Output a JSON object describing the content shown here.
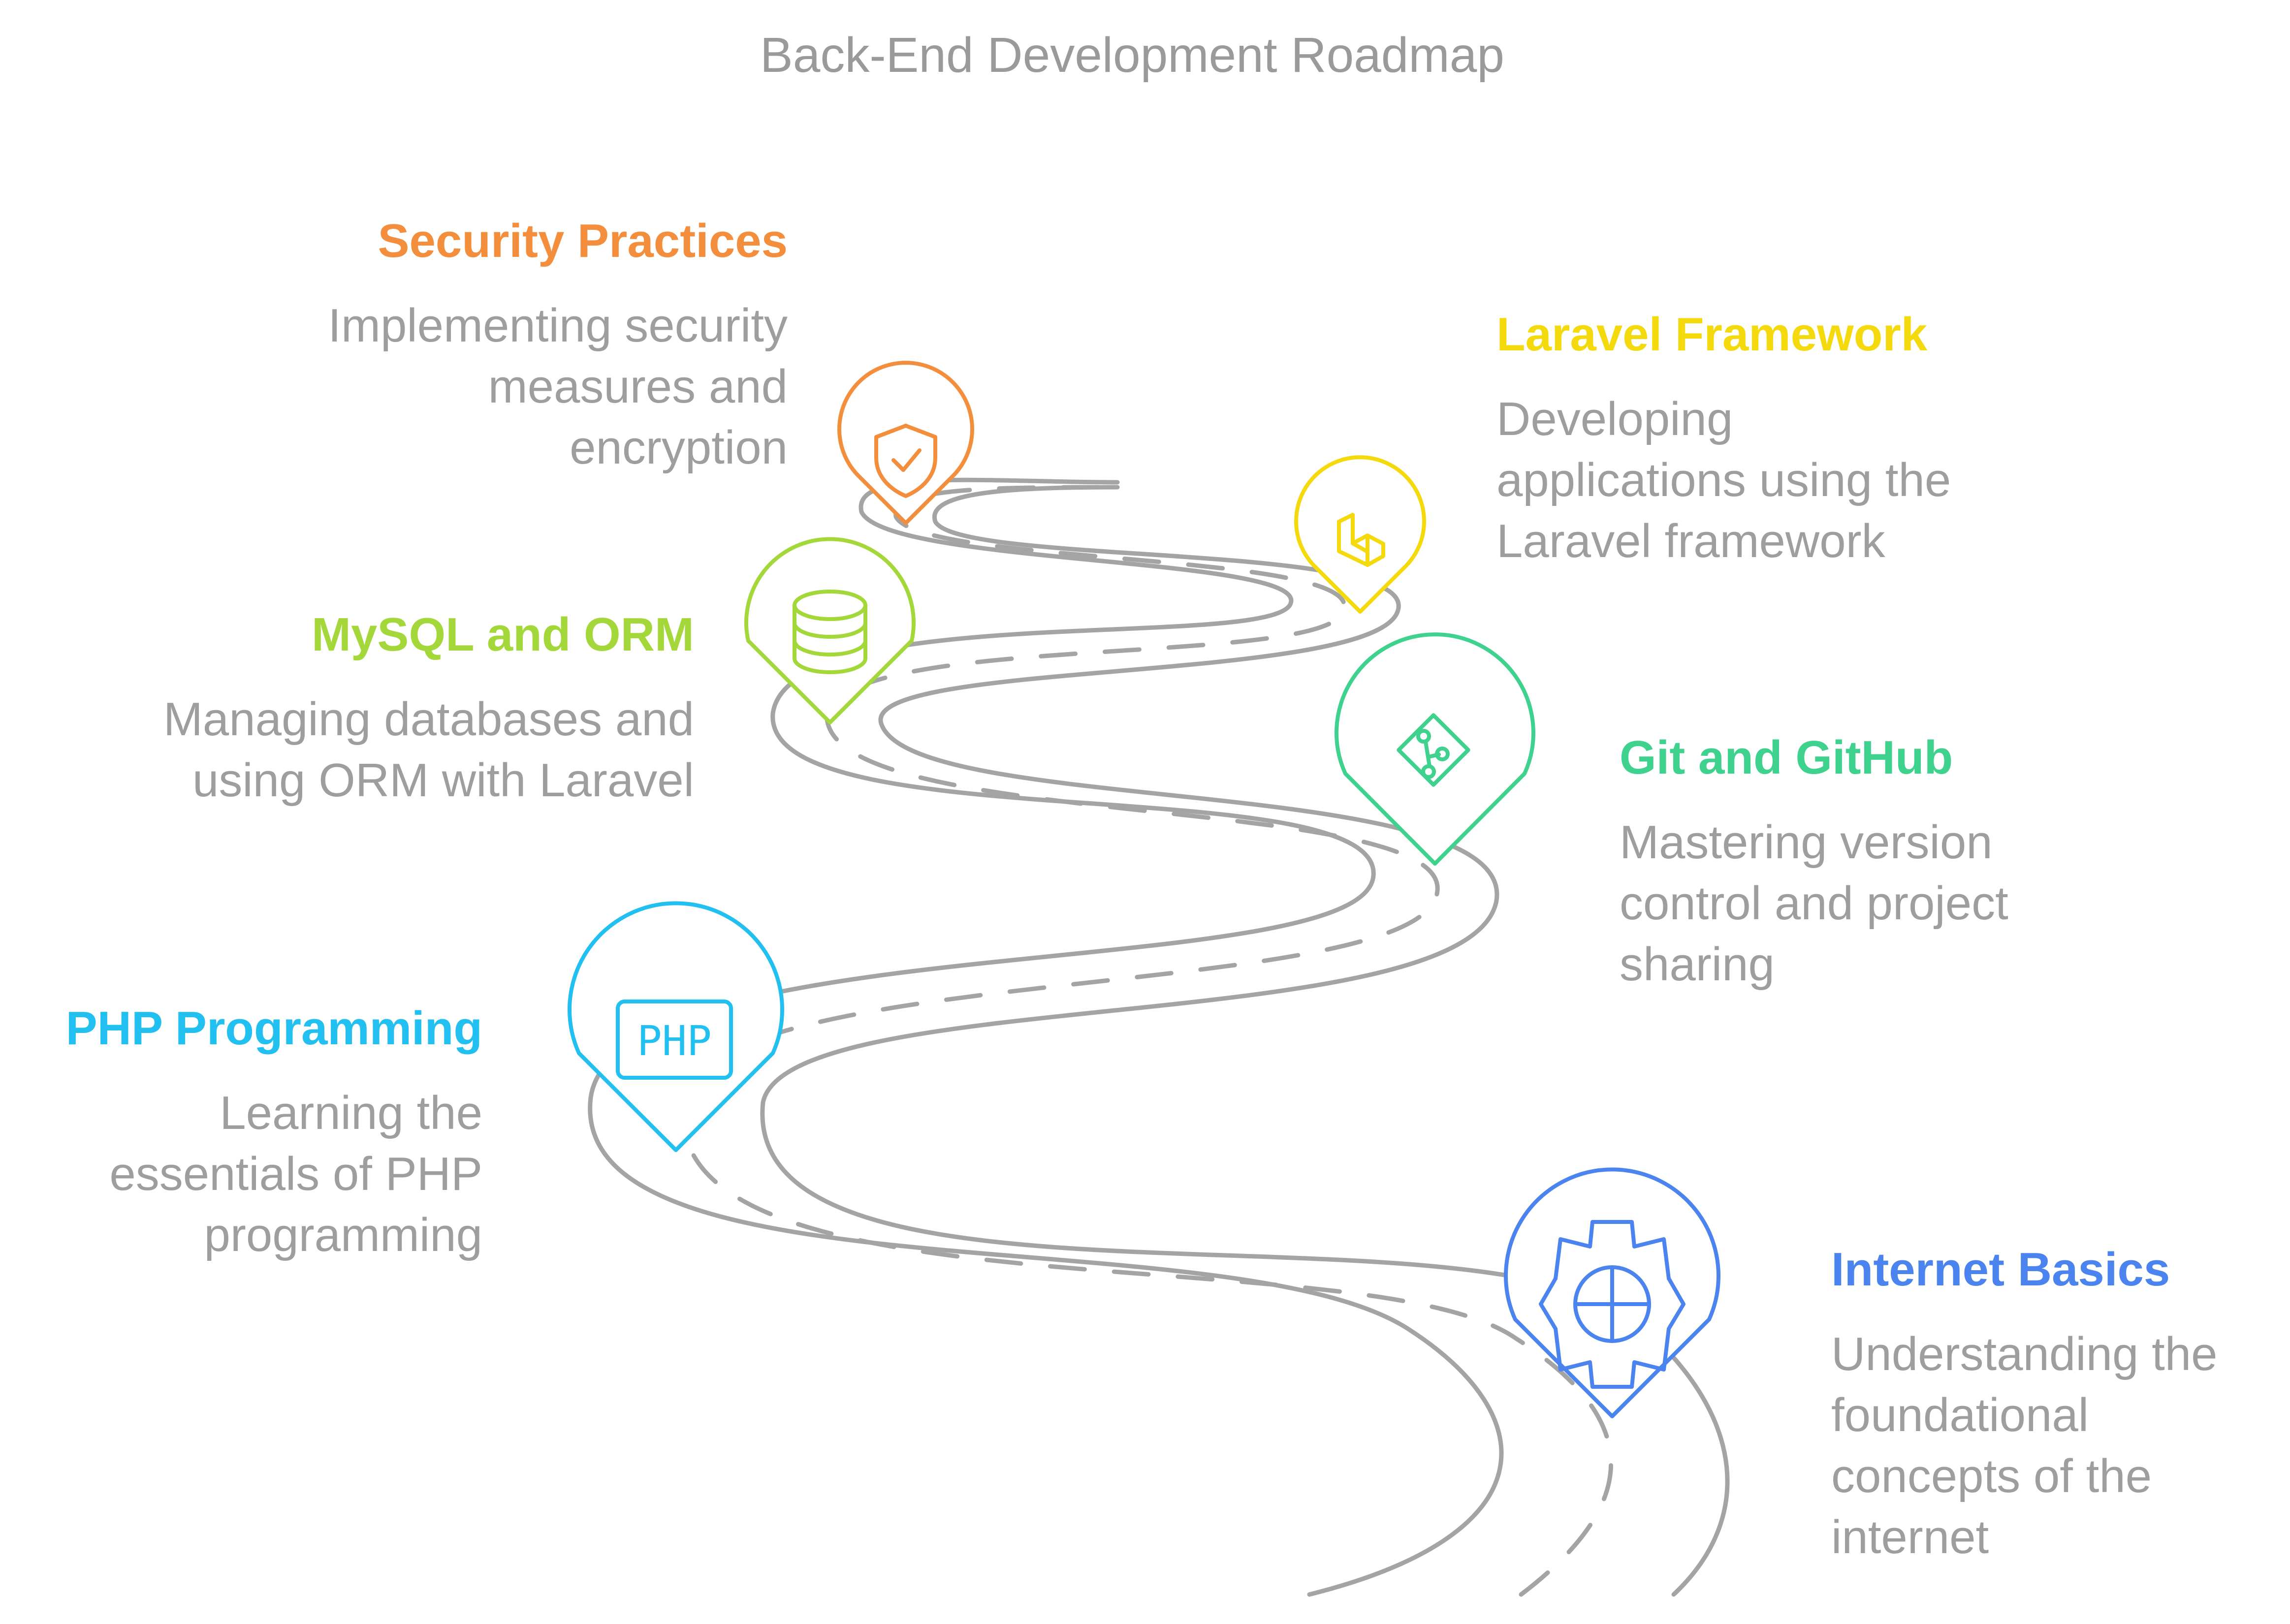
{
  "title": "Back-End Development Roadmap",
  "road_color": "#a4a4a4",
  "milestones": [
    {
      "id": "internet",
      "heading": "Internet Basics",
      "description": "Understanding the foundational concepts of the internet",
      "color": "#4b84ee",
      "icon": "gear-crosshair-icon"
    },
    {
      "id": "php",
      "heading": "PHP Programming",
      "description": "Learning the essentials of PHP programming",
      "color": "#22c0f0",
      "icon": "php-badge-icon"
    },
    {
      "id": "git",
      "heading": "Git and GitHub",
      "description": "Mastering version control and project sharing",
      "color": "#3ed28e",
      "icon": "git-branch-icon"
    },
    {
      "id": "mysql",
      "heading": "MySQL and ORM",
      "description": "Managing databases and using ORM with Laravel",
      "color": "#a4d73a",
      "icon": "database-icon"
    },
    {
      "id": "laravel",
      "heading": "Laravel Framework",
      "description": "Developing applications using the Laravel framework",
      "color": "#f4d90c",
      "icon": "laravel-logo-icon"
    },
    {
      "id": "security",
      "heading": "Security Practices",
      "description": "Implementing security measures and encryption",
      "color": "#f38e3d",
      "icon": "shield-check-icon"
    }
  ]
}
